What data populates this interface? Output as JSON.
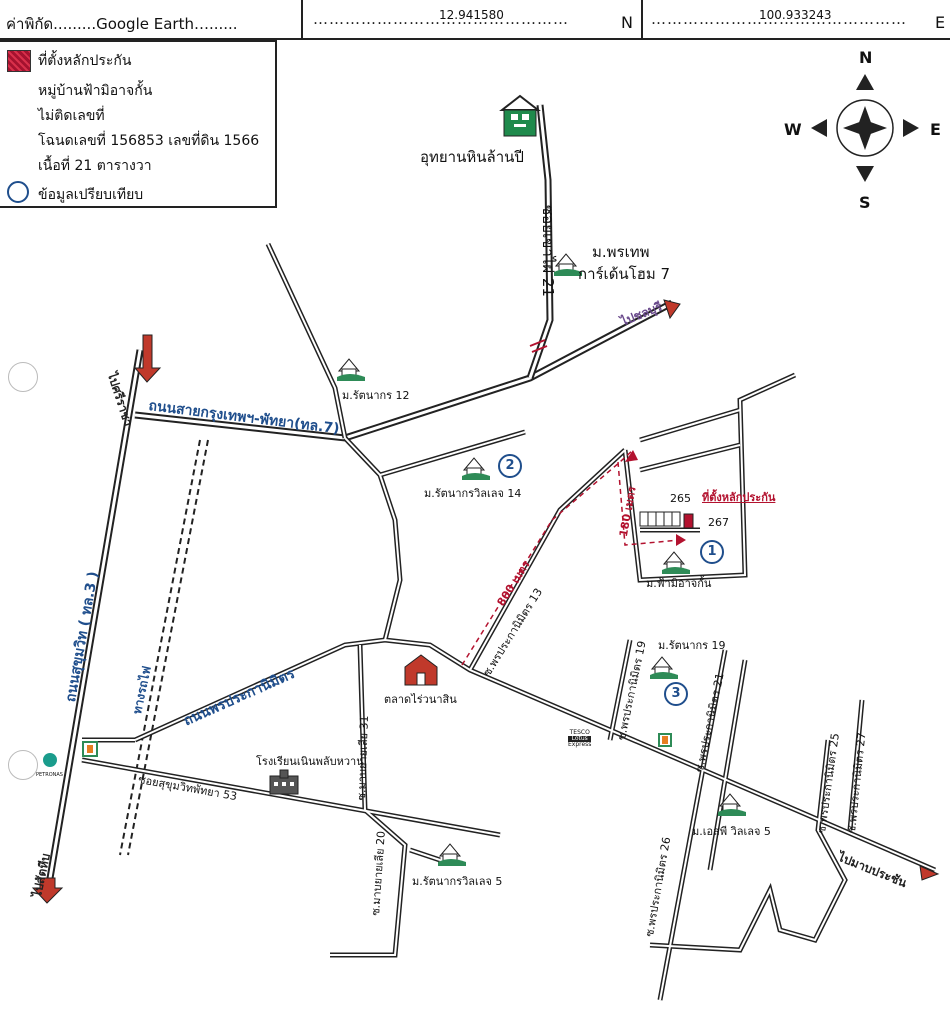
{
  "header": {
    "coord_label": "ค่าพิกัด.........Google Earth…......",
    "lat_value": "12.941580",
    "lat_dir": "N",
    "lon_value": "100.933243",
    "lon_dir": "E"
  },
  "legend": {
    "marker_label": "ที่ตั้งหลักประกัน",
    "village": "หมู่บ้านฟ้ามิอาจกั้น",
    "house_no": "ไม่ติดเลขที่",
    "deed": "โฉนดเลขที่ 156853 เลขที่ดิน 1566",
    "area": "เนื้อที่ 21 ตารางวา",
    "compare_label": "ข้อมูลเปรียบเทียบ"
  },
  "compass": {
    "north": "N",
    "south": "S",
    "east": "E",
    "west": "W"
  },
  "labels": {
    "park": "อุทยานหินล้านปี",
    "soi_kheaw_21": "ซอยเขาไผ่ 21",
    "pornthep_1": "ม.พรเทพ",
    "pornthep_2": "การ์เด้นโฮม 7",
    "to_chonburi": "ไปชลบุรี",
    "to_sriracha": "ไปศรีราชา",
    "highway7": "ถนนสายกรุงเทพฯ-พัทยา(ทล.7)",
    "rattanakorn12": "ม.รัตนากร 12",
    "rattanakorn_villa14": "ม.รัตนากรวิลเลจ 14",
    "sukhumvit": "ถนนสุขุมวิท ( ทล.3 )",
    "railway": "ทางรถไฟ",
    "phon_road": "ถนนพรประกานิมิตร",
    "dist_800": "800 เมตร",
    "soi_phon13": "ซ.พรประกานิมิตร 13",
    "dist_180": "180 เมตร",
    "lot_265": "265",
    "lot_267": "267",
    "collateral": "ที่ตั้งหลักประกัน",
    "fah_mi_art": "ม.ฟ้ามิอาจกั้น",
    "rattanakorn19": "ม.รัตนากร 19",
    "soi_phon19": "ซ.พรประกานิมิตร 19",
    "soi_phon21": "ซ.พรประกานิมิตร 21",
    "market": "ตลาดไร่วนาสิน",
    "soi_mabyailia31": "ซ.มาบยายเลีย 31",
    "school": "โรงเรียนเนินพลับหวาน",
    "soi_sukhumvit53": "ซอยสุขุมวิทพัทยา 53",
    "soi_mabyailia20": "ซ.มาบยายเลีย 20",
    "rattanakorn_villa5": "ม.รัตนากรวิลเลจ 5",
    "to_sattahip": "ไปสัตหีบ",
    "soi_phon26": "ซ.พรประกานิมิตร 26",
    "soi_phon25": "ซ.พรประกานิมิตร 25",
    "soi_phon27": "ซ.พรประกานิมิตร 27",
    "sp_village5": "ม.เอสพี วิลเลจ 5",
    "to_mabprachan": "ไปมาบประชัน",
    "tesco_line1": "TESCO",
    "tesco_line2": "Lotus",
    "tesco_line3": "Express",
    "petronas": "PETRONAS",
    "cmp1": "1",
    "cmp2": "2",
    "cmp3": "3"
  },
  "colors": {
    "road": "#222222",
    "highway_label": "#1f4e8c",
    "route_dashed": "#b3122f",
    "arrow": "#c0392b",
    "house_green": "#2e8b57"
  }
}
